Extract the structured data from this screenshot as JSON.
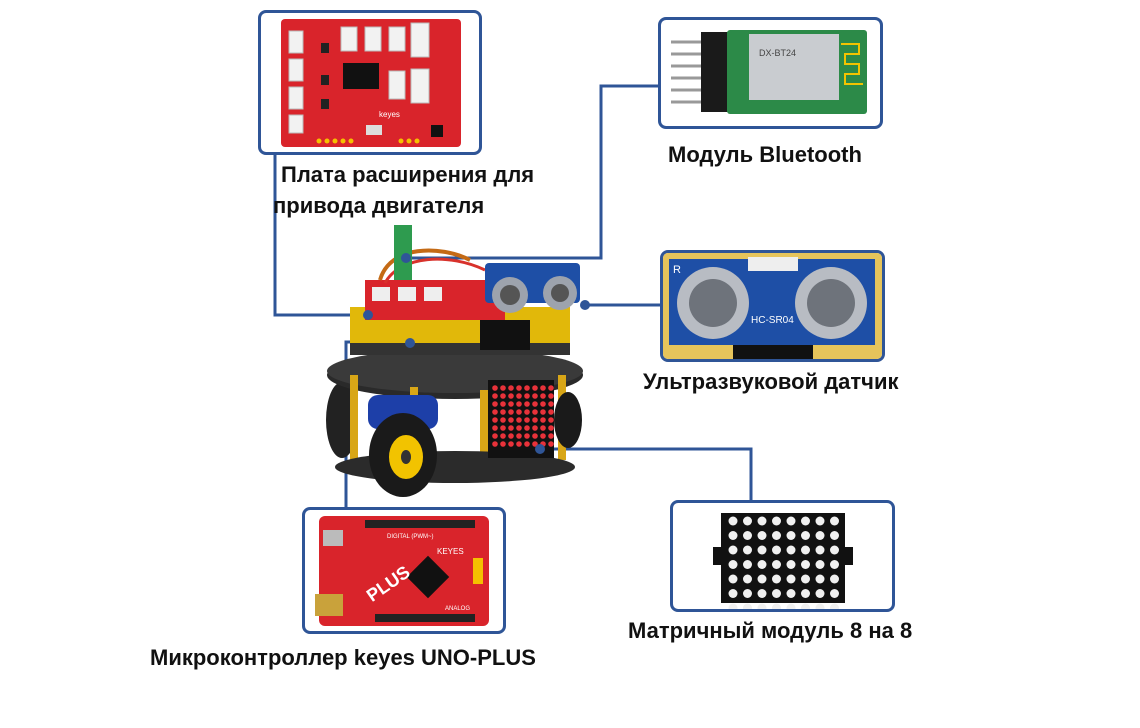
{
  "labels": {
    "motor_board": [
      "Плата расширения для",
      "привода двигателя"
    ],
    "bluetooth": "Модуль Bluetooth",
    "ultrasonic": "Ультразвуковой датчик",
    "matrix": "Матричный модуль 8 на 8",
    "controller": "Микроконтроллер keyes UNO-PLUS"
  },
  "board_text": {
    "bt_chip": "DX-BT24",
    "ultra_left": "R",
    "ultra_mid": "HC-SR04",
    "uno_brand": "PLUS",
    "uno_maker": "KEYES",
    "uno_digital": "DIGITAL (PWM~)",
    "uno_analog": "ANALOG",
    "motor_brand": "keyes"
  },
  "colors": {
    "connector": "#2f5597",
    "pcb_red": "#d9242b",
    "pcb_blue": "#1e4fa6",
    "chassis_yellow": "#f2c300"
  },
  "icons": [
    "robot-car-icon",
    "motor-board-icon",
    "bluetooth-module-icon",
    "ultrasonic-sensor-icon",
    "led-matrix-icon",
    "uno-board-icon"
  ]
}
